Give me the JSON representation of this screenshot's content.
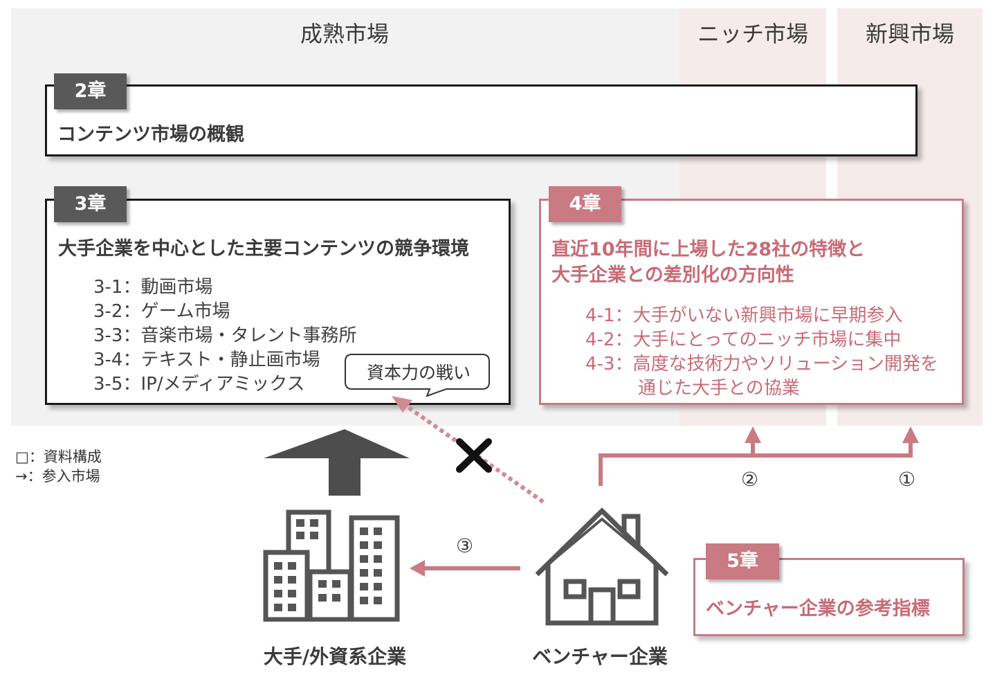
{
  "markets": {
    "mature": "成熟市場",
    "niche": "ニッチ市場",
    "emerging": "新興市場"
  },
  "ch2": {
    "tag": "2章",
    "title": "コンテンツ市場の概観"
  },
  "ch3": {
    "tag": "3章",
    "title": "大手企業を中心とした主要コンテンツの競争環境",
    "items": [
      "3-1：動画市場",
      "3-2：ゲーム市場",
      "3-3：音楽市場・タレント事務所",
      "3-4：テキスト・静止画市場",
      "3-5：IP/メディアミックス"
    ],
    "bubble": "資本力の戦い"
  },
  "ch4": {
    "tag": "4章",
    "title_line1": "直近10年間に上場した28社の特徴と",
    "title_line2": "大手企業との差別化の方向性",
    "items": [
      "4-1：大手がいない新興市場に早期参入",
      "4-2：大手にとってのニッチ市場に集中",
      "4-3：高度な技術力やソリューション開発を",
      "通じた大手との協業"
    ]
  },
  "ch5": {
    "tag": "5章",
    "title": "ベンチャー企業の参考指標"
  },
  "legend": {
    "line1": "□：資料構成",
    "line2": "→：参入市場"
  },
  "entities": {
    "large": "大手/外資系企業",
    "venture": "ベンチャー企業"
  },
  "arrow_labels": {
    "one": "①",
    "two": "②",
    "three": "③"
  },
  "colors": {
    "mature_bg": "#f2f2f2",
    "niche_bg": "#f6ebeb",
    "accent": "#c97a82",
    "dark": "#595959"
  },
  "icons": {
    "buildings": "buildings-icon",
    "house": "house-icon",
    "cross": "cross-mark-icon"
  }
}
